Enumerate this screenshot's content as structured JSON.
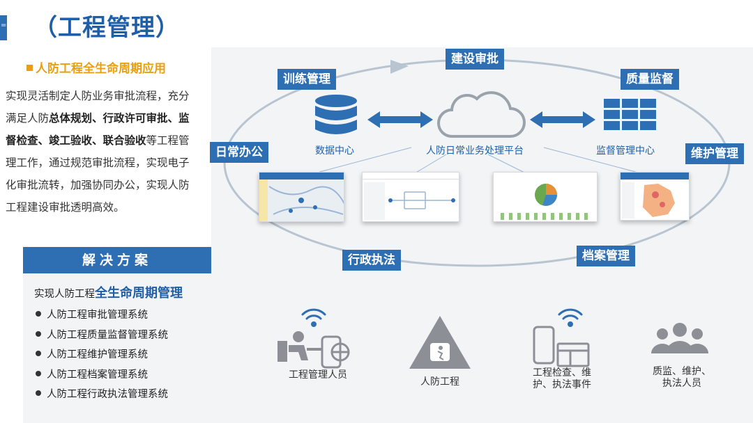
{
  "header": {
    "marker": "=",
    "title": "（工程管理）"
  },
  "left": {
    "section_title": "人防工程全生命周期应用",
    "intro": {
      "p1": "实现灵活制定人防业务审批流程，充分满足人防",
      "b1": "总体规划、行政许可审批、监督检查、竣工验收、联合验收",
      "p2": "等工程管理工作，通过规范审批流程，实现电子化审批流转，加强协同办公，实现人防工程建设审批透明高效。"
    },
    "solution": {
      "title": "解决方案",
      "lead_prefix": "实现人防工程",
      "lead_highlight": "全生命周期管理",
      "items": [
        "人防工程审批管理系统",
        "人防工程质量监督管理系统",
        "人防工程维护管理系统",
        "人防工程档案管理系统",
        "人防工程行政执法管理系统"
      ]
    }
  },
  "cycle": {
    "tags": {
      "construction_approval": "建设审批",
      "training": "训练管理",
      "quality": "质量监督",
      "daily_office": "日常办公",
      "maintenance": "维护管理",
      "enforcement": "行政执法",
      "archive": "档案管理"
    },
    "nodes": {
      "data_center": "数据中心",
      "platform": "人防日常业务处理平台",
      "supervision_center": "监督管理中心"
    }
  },
  "roles": [
    {
      "label": "工程管理人员"
    },
    {
      "label": "人防工程"
    },
    {
      "label": "工程检查、维护、执法事件"
    },
    {
      "label": "质监、维护、执法人员"
    }
  ],
  "colors": {
    "brand_blue": "#2e6fb4",
    "title_blue": "#1f5fa8",
    "accent_orange": "#e8a013",
    "panel_gray": "#f2f4f6",
    "icon_gray": "#8c9096"
  }
}
